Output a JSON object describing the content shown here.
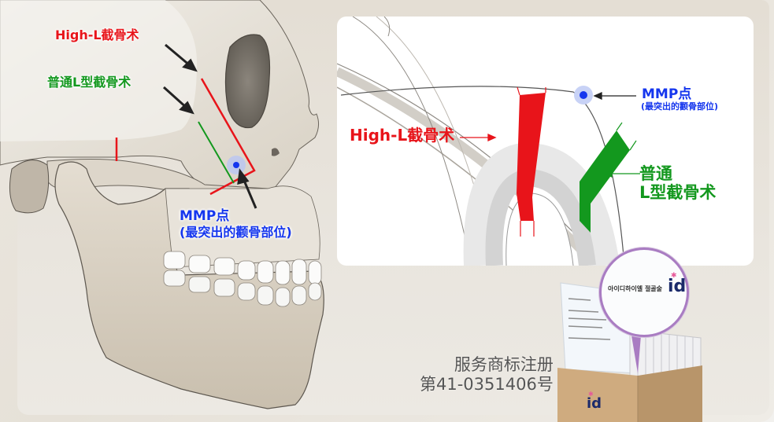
{
  "left_diagram": {
    "title": "Skull lateral view with osteotomy lines",
    "labels": {
      "high_l": "High-L截骨术",
      "normal_l": "普通L型截骨术",
      "mmp_title": "MMP点",
      "mmp_desc": "(最突出的颧骨部位)"
    }
  },
  "inset_diagram": {
    "title": "Zygomatic arch close-up",
    "labels": {
      "high_l": "High-L截骨术",
      "mmp_title": "MMP点",
      "mmp_desc": "(最突出的颧骨部位)",
      "normal_line1": "普通",
      "normal_line2": "L型截骨术"
    }
  },
  "trademark": {
    "line1": "服务商标注册",
    "line2": "第41-0351406号",
    "magnifier_text": "아이디하이엘 절골술",
    "brand_mark": "id",
    "box_brand_mark": "id"
  },
  "colors": {
    "high_l": "#e8141a",
    "normal_l": "#13981e",
    "mmp": "#1536ee",
    "magnifier_ring": "#a97cc2",
    "box": "#c9a57a"
  }
}
